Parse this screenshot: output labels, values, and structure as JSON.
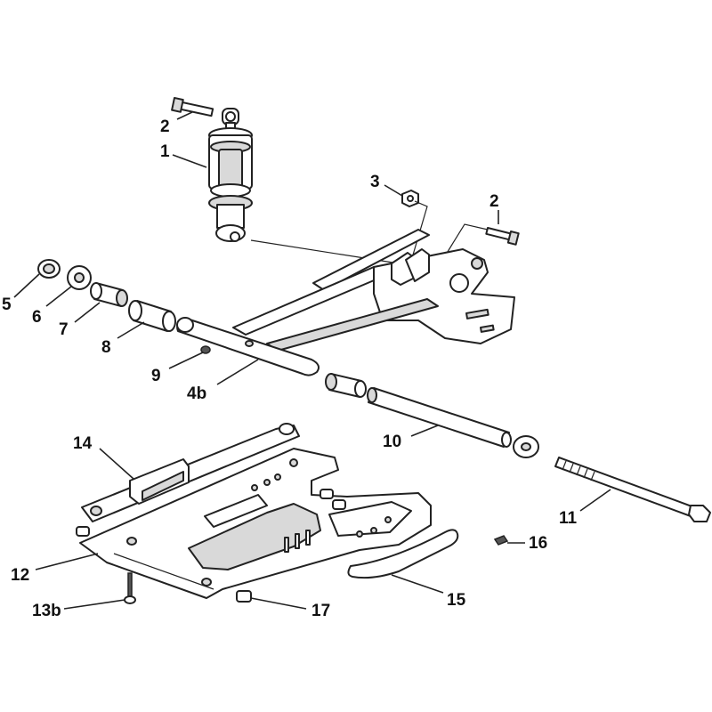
{
  "colors": {
    "ink": "#222222",
    "shade": "#d9d9d9",
    "background": "#ffffff"
  },
  "callouts": {
    "c1": "1",
    "c2a": "2",
    "c2b": "2",
    "c3": "3",
    "c4b": "4b",
    "c5": "5",
    "c6": "6",
    "c7": "7",
    "c8": "8",
    "c9": "9",
    "c10": "10",
    "c11": "11",
    "c12": "12",
    "c13b": "13b",
    "c14": "14",
    "c15": "15",
    "c16": "16",
    "c17": "17"
  }
}
